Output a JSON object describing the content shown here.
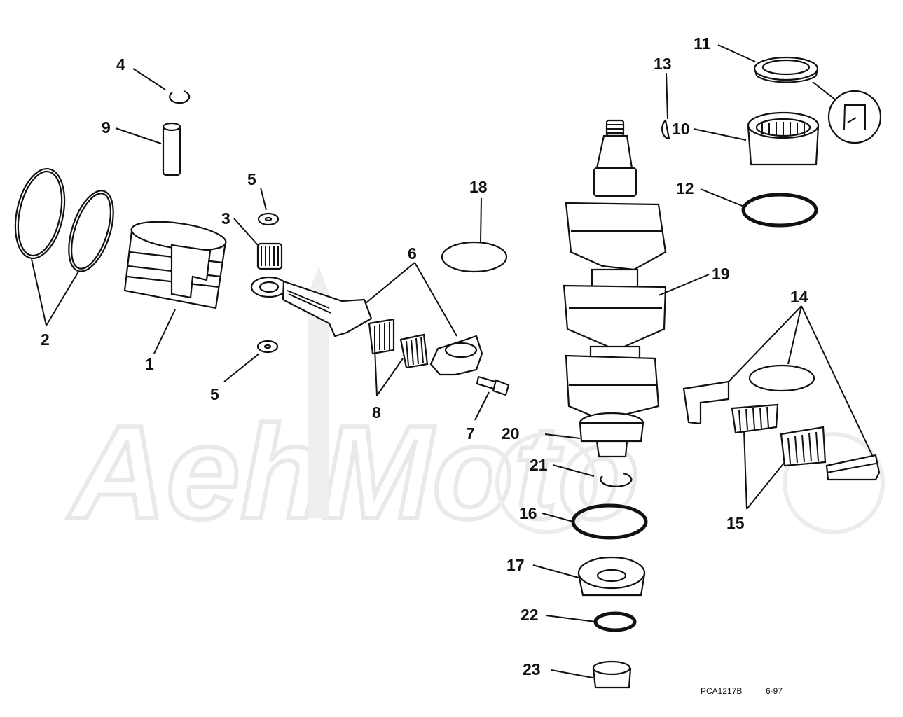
{
  "watermark": {
    "text": "AehMoto"
  },
  "callouts": {
    "c1": "1",
    "c2": "2",
    "c3": "3",
    "c4": "4",
    "c5a": "5",
    "c5b": "5",
    "c6": "6",
    "c7": "7",
    "c8": "8",
    "c9": "9",
    "c10": "10",
    "c11": "11",
    "c12": "12",
    "c13": "13",
    "c14": "14",
    "c15": "15",
    "c16": "16",
    "c17": "17",
    "c18": "18",
    "c19": "19",
    "c20": "20",
    "c21": "21",
    "c22": "22",
    "c23": "23"
  },
  "footer": {
    "code": "PCA1217B",
    "date": "6-97"
  }
}
